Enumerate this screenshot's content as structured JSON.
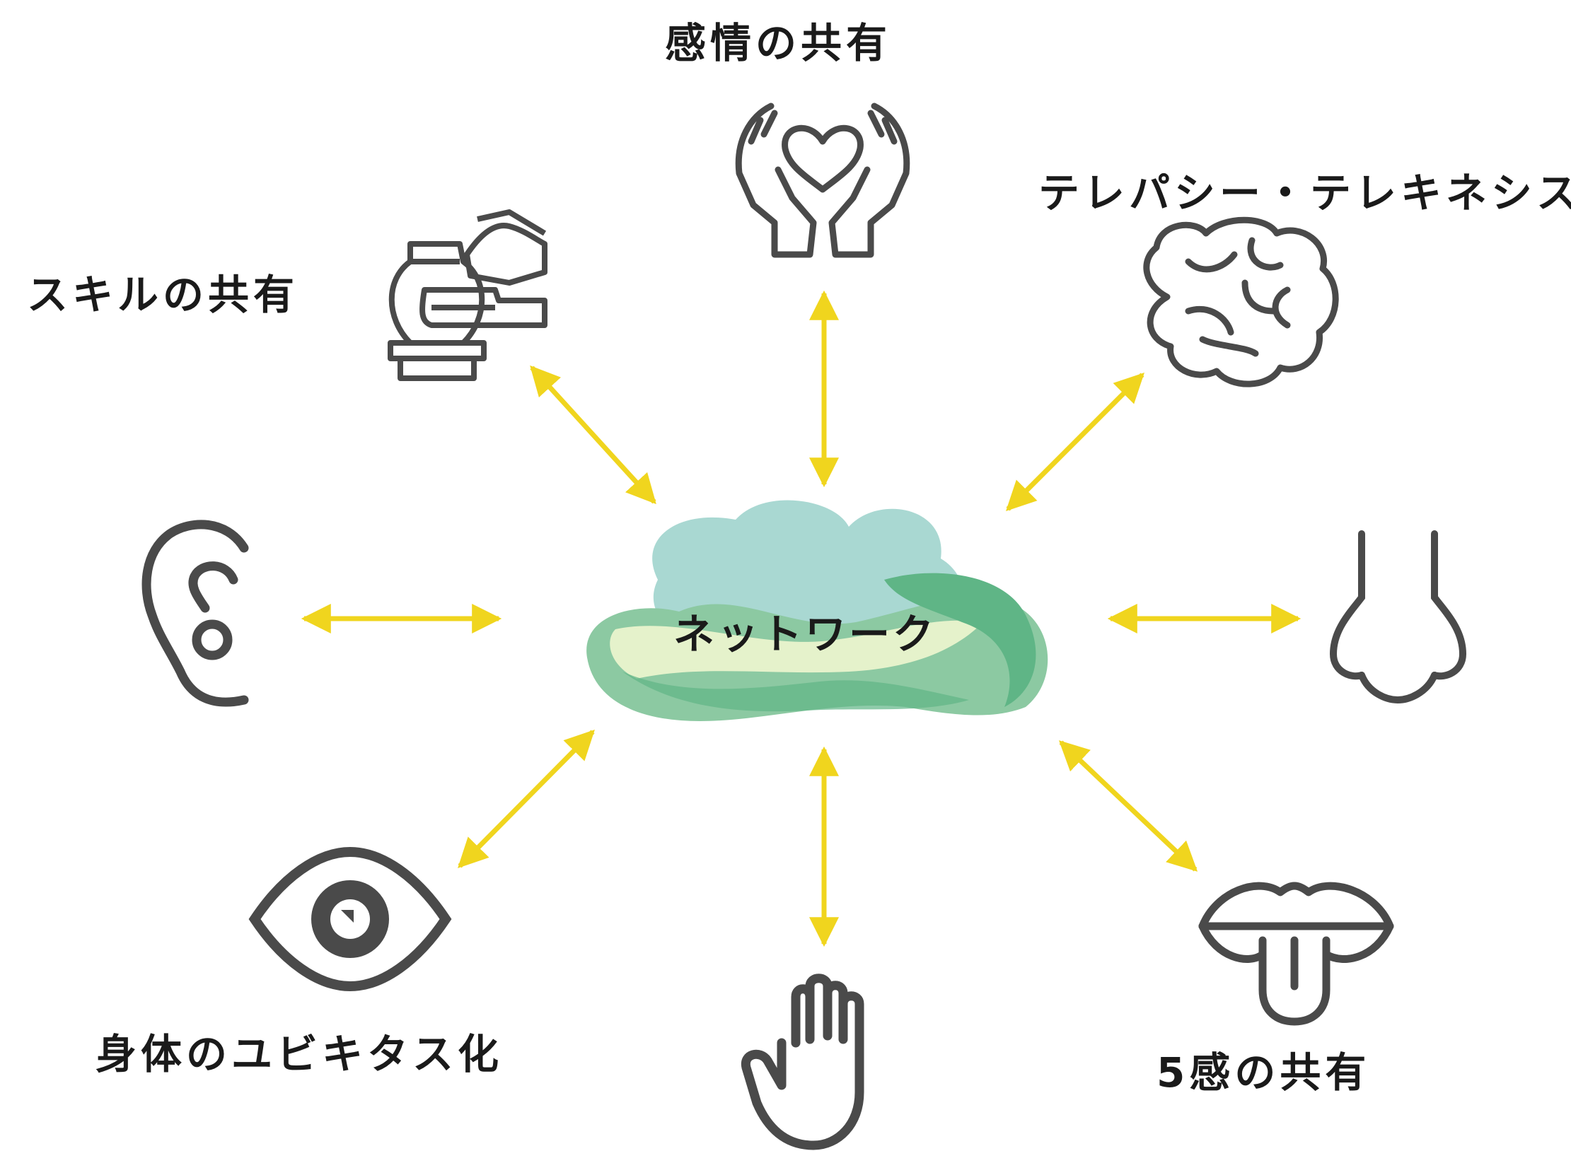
{
  "center": {
    "label": "ネットワーク"
  },
  "labels": {
    "emotion": "感情の共有",
    "skill": "スキルの共有",
    "telepathy": "テレパシー・テレキネシス",
    "ubiquitous": "身体のユビキタス化",
    "senses": "5感の共有"
  },
  "colors": {
    "arrow": "#f0d51e",
    "icon_stroke": "#4a4a4a",
    "cloud_light": "#a9d8d2",
    "cloud_mid": "#8cc9a2",
    "cloud_dark": "#5fb586",
    "cloud_highlight": "#eef6cf",
    "text": "#1a1a1a"
  },
  "icons": [
    "hands-heart-icon",
    "pottery-hands-icon",
    "brain-icon",
    "ear-icon",
    "nose-icon",
    "eye-icon",
    "hand-icon",
    "tongue-mouth-icon"
  ]
}
